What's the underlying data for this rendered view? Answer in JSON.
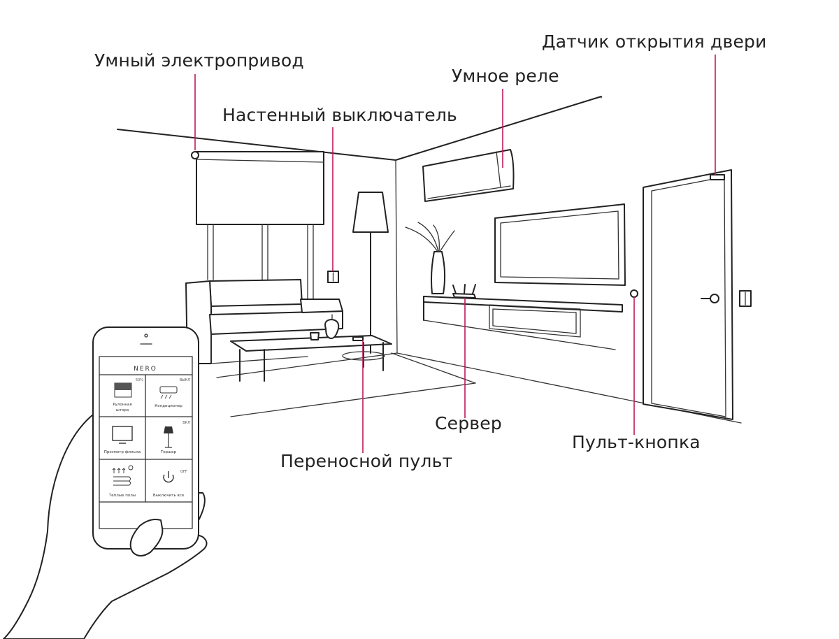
{
  "callouts": {
    "motor": "Умный электропривод",
    "door_sensor": "Датчик открытия двери",
    "relay": "Умное реле",
    "wall_switch": "Настенный выключатель",
    "server": "Сервер",
    "button_remote": "Пульт-кнопка",
    "portable_remote": "Переносной пульт"
  },
  "phone_app": {
    "logo": "NERO",
    "tiles": [
      {
        "label1": "Рулонная",
        "label2": "штора",
        "badge": "50%",
        "icon": "roller-blind-icon"
      },
      {
        "label1": "Кондиционер",
        "label2": "",
        "badge": "ВЫКЛ",
        "icon": "air-conditioner-icon"
      },
      {
        "label1": "Просмотр фильма",
        "label2": "",
        "badge": "",
        "icon": "tv-icon"
      },
      {
        "label1": "Торшер",
        "label2": "",
        "badge": "ВКЛ",
        "icon": "floor-lamp-icon"
      },
      {
        "label1": "Теплые полы",
        "label2": "",
        "badge": "",
        "icon": "warm-floor-icon"
      },
      {
        "label1": "Выключить все",
        "label2": "",
        "badge": "OFF",
        "icon": "power-icon"
      }
    ]
  },
  "colors": {
    "accent": "#c2185b",
    "ink": "#222222"
  }
}
